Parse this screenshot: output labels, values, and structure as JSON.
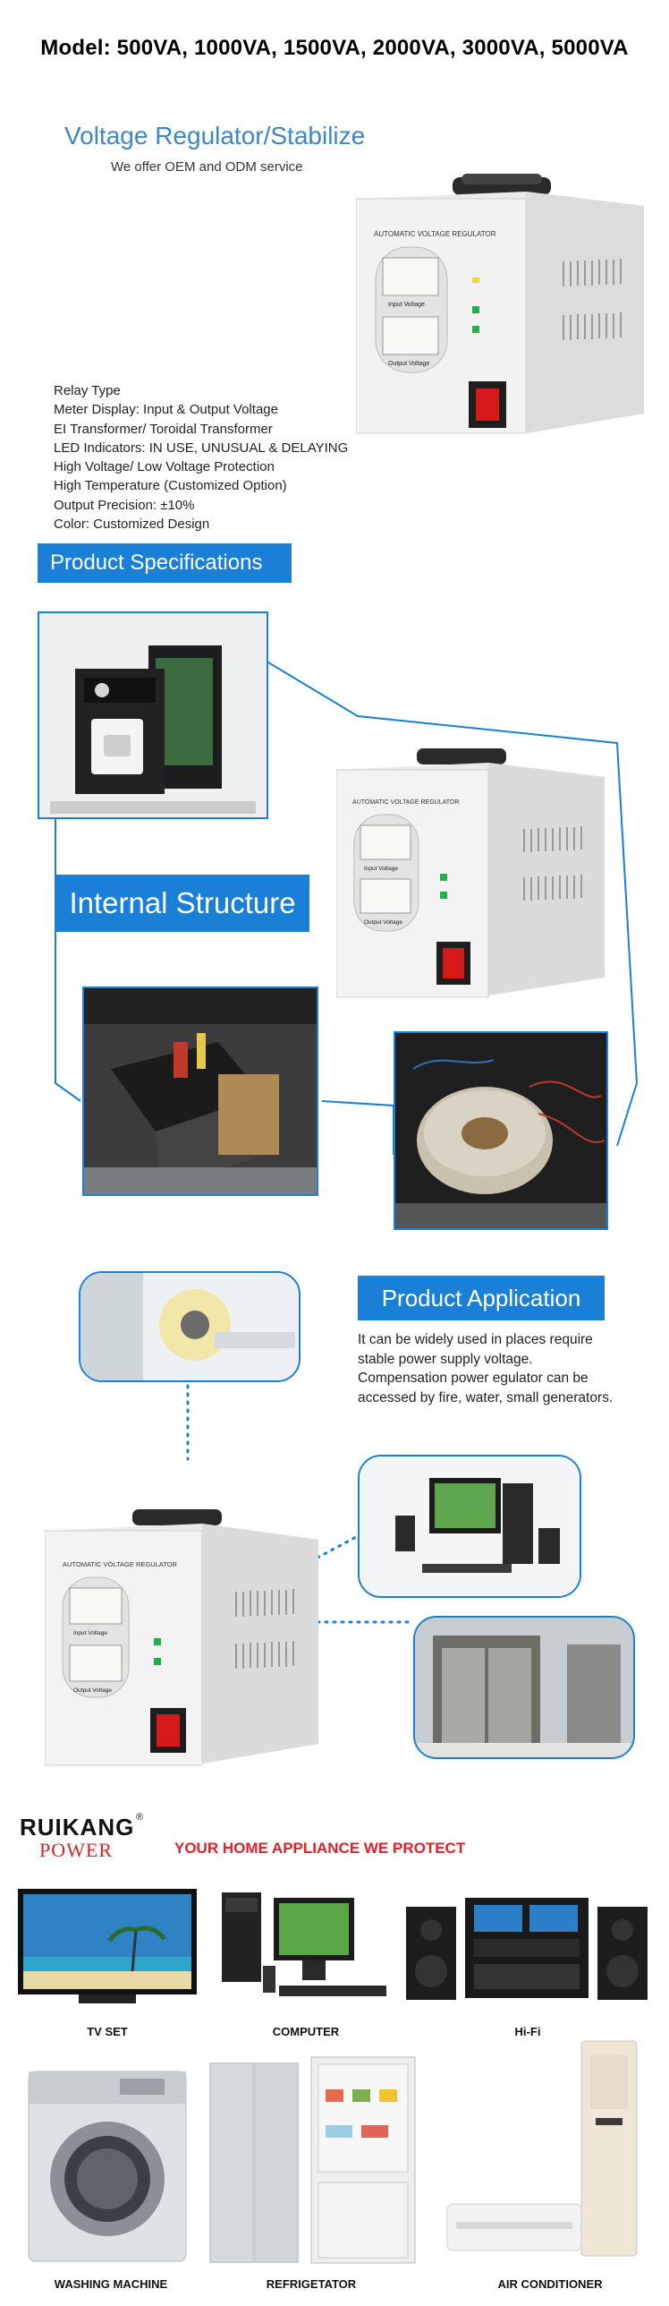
{
  "header": {
    "model_line": "Model: 500VA, 1000VA, 1500VA, 2000VA, 3000VA, 5000VA"
  },
  "intro": {
    "title": "Voltage Regulator/Stabilize",
    "subtitle": "We offer OEM and ODM service",
    "features": [
      "Relay Type",
      "Meter Display: Input & Output Voltage",
      "EI Transformer/ Toroidal Transformer",
      "LED Indicators: IN USE, UNUSUAL & DELAYING",
      "High Voltage/ Low Voltage Protection",
      "High Temperature (Customized Option)",
      "Output Precision: ±10%",
      "Color: Customized Design"
    ]
  },
  "product_label": {
    "brand": "AUTOMATIC VOLTAGE REGULATOR",
    "input_voltage": "Input Voltage",
    "output_voltage": "Output Voltage"
  },
  "specs": {
    "heading": "Product Specifications",
    "internal": "Internal Structure"
  },
  "application": {
    "heading": "Product Application",
    "text": [
      "It can be widely used in places require",
      "stable power supply voltage.",
      "Compensation power egulator can be",
      "accessed by fire, water, small generators."
    ]
  },
  "brand": {
    "name": "RUIKANG",
    "sub": "POWER",
    "reg": "®",
    "tagline": "YOUR HOME APPLIANCE WE PROTECT"
  },
  "appliances": [
    "TV SET",
    "COMPUTER",
    "Hi-Fi",
    "WASHING MACHINE",
    "REFRIGETATOR",
    "AIR CONDITIONER"
  ],
  "colors": {
    "accent": "#1a7fd6",
    "title_blue": "#3d86c8",
    "red": "#e0202a"
  }
}
